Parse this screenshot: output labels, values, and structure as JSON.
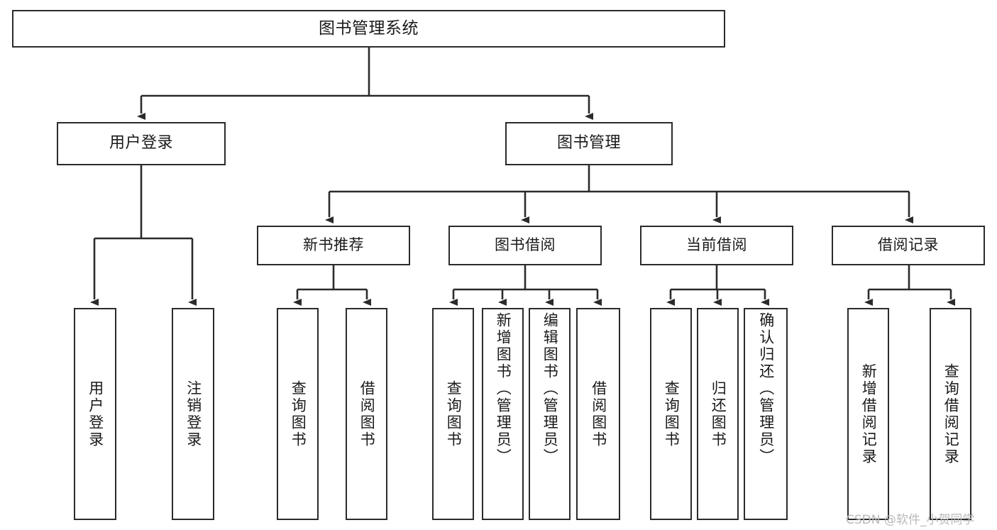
{
  "diagram": {
    "title": "图书管理系统",
    "type": "tree-hierarchy",
    "watermark": "CSDN @软件_小贺同学",
    "colors": {
      "background": "#ffffff",
      "box_border": "#2b2b2b",
      "box_fill": "#ffffff",
      "connector": "#333333",
      "text": "#1a1a1a",
      "watermark": "#b9b9b9"
    },
    "nodes": {
      "root": {
        "label": "图书管理系统"
      },
      "level1": [
        {
          "label": "用户登录"
        },
        {
          "label": "图书管理"
        }
      ],
      "level2": [
        {
          "label": "新书推荐"
        },
        {
          "label": "图书借阅"
        },
        {
          "label": "当前借阅"
        },
        {
          "label": "借阅记录"
        }
      ],
      "leaves_user_login": [
        {
          "label": "用户登录"
        },
        {
          "label": "注销登录"
        }
      ],
      "leaves_new_books": [
        {
          "label": "查询图书"
        },
        {
          "label": "借阅图书"
        }
      ],
      "leaves_borrow": [
        {
          "label": "查询图书"
        },
        {
          "label": "新增图书（管理员）"
        },
        {
          "label": "编辑图书（管理员）"
        },
        {
          "label": "借阅图书"
        }
      ],
      "leaves_current": [
        {
          "label": "查询图书"
        },
        {
          "label": "归还图书"
        },
        {
          "label": "确认归还（管理员）"
        }
      ],
      "leaves_records": [
        {
          "label": "新增借阅记录"
        },
        {
          "label": "查询借阅记录"
        }
      ]
    }
  }
}
